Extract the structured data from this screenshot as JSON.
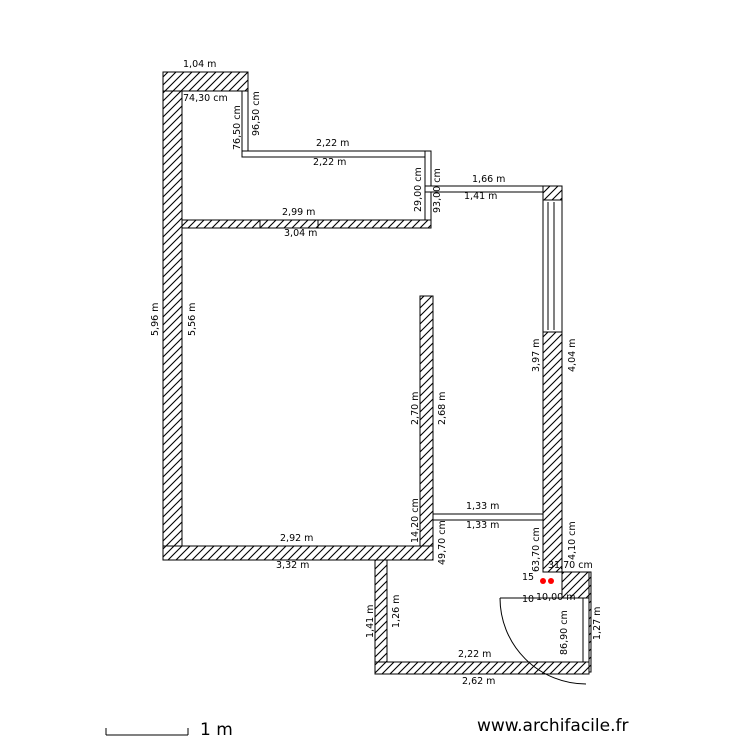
{
  "dimensions": {
    "top_nook_width": "1,04 m",
    "nook_inner_width": "74,30 cm",
    "nook_step_inner": "76,50 cm",
    "nook_step_outer": "96,50 cm",
    "upper_wall_outer": "2,22 m",
    "upper_wall_inner": "2,22 m",
    "corridor_jog_inner": "29,00 cm",
    "corridor_jog_outer": "93,00 cm",
    "right_top_outer": "1,66 m",
    "right_top_inner": "1,41 m",
    "partition_top": "2,99 m",
    "partition_bottom": "3,04 m",
    "left_outer": "5,96 m",
    "left_inner": "5,56 m",
    "right_outer_wall_inner": "3,97 m",
    "right_outer_wall_outer": "4,04 m",
    "island_wall_left": "2,70 m",
    "island_wall_right": "2,68 m",
    "island_low_left": "14,20 cm",
    "island_low_right": "49,70 cm",
    "small_wall_top": "1,33 m",
    "small_wall_bottom": "1,33 m",
    "bottom_inner": "2,92 m",
    "bottom_outer": "3,32 m",
    "bath_step_a": "63,70 cm",
    "bath_step_b": "4,10 cm",
    "bath_label_c": "15",
    "bath_label_d": "31,70 cm",
    "bath_label_e": "10",
    "bath_label_f": "10,00 m",
    "bath_left_outer": "1,41 m",
    "bath_left_inner": "1,26 m",
    "bath_door": "86,90 cm",
    "bath_right": "1,27 m",
    "bath_bottom_inner": "2,22 m",
    "bath_bottom_outer": "2,62 m"
  },
  "scale": {
    "label": "1 m"
  },
  "website": "www.archifacile.fr",
  "colors": {
    "wall_hatch": "#000000",
    "marker": "#ff0000",
    "window_fill": "#ffffff"
  }
}
